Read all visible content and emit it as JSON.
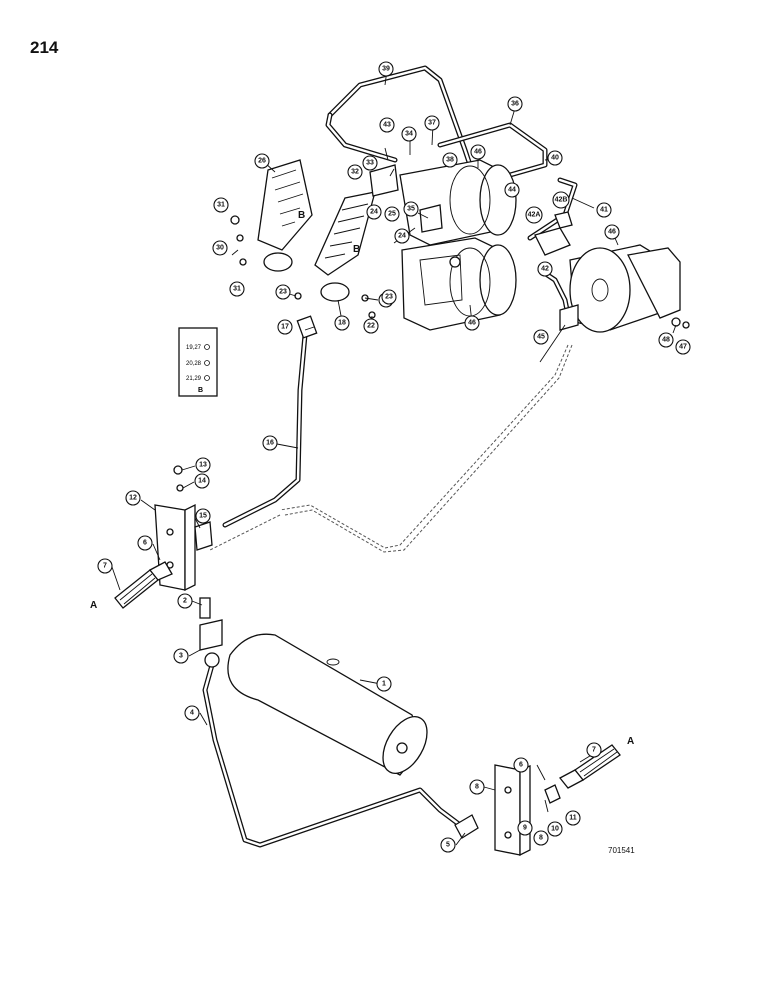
{
  "page": {
    "number": "214",
    "drawing_number": "701541"
  },
  "legend": {
    "rows": [
      "19,27",
      "20,28",
      "21,29"
    ],
    "key": "B"
  },
  "letters": {
    "a": "A",
    "b": "B"
  },
  "callouts": [
    {
      "label": "1"
    },
    {
      "label": "2"
    },
    {
      "label": "3"
    },
    {
      "label": "4"
    },
    {
      "label": "5"
    },
    {
      "label": "6"
    },
    {
      "label": "6"
    },
    {
      "label": "7"
    },
    {
      "label": "7"
    },
    {
      "label": "8"
    },
    {
      "label": "8"
    },
    {
      "label": "9"
    },
    {
      "label": "10"
    },
    {
      "label": "11"
    },
    {
      "label": "12"
    },
    {
      "label": "13"
    },
    {
      "label": "14"
    },
    {
      "label": "15"
    },
    {
      "label": "16"
    },
    {
      "label": "17"
    },
    {
      "label": "18"
    },
    {
      "label": "22"
    },
    {
      "label": "22"
    },
    {
      "label": "23"
    },
    {
      "label": "23"
    },
    {
      "label": "24"
    },
    {
      "label": "24"
    },
    {
      "label": "25"
    },
    {
      "label": "26"
    },
    {
      "label": "30"
    },
    {
      "label": "31"
    },
    {
      "label": "31"
    },
    {
      "label": "32"
    },
    {
      "label": "33"
    },
    {
      "label": "34"
    },
    {
      "label": "35"
    },
    {
      "label": "36"
    },
    {
      "label": "37"
    },
    {
      "label": "38"
    },
    {
      "label": "39"
    },
    {
      "label": "40"
    },
    {
      "label": "41"
    },
    {
      "label": "42"
    },
    {
      "label": "42A"
    },
    {
      "label": "42B"
    },
    {
      "label": "43"
    },
    {
      "label": "44"
    },
    {
      "label": "45"
    },
    {
      "label": "46"
    },
    {
      "label": "46"
    },
    {
      "label": "46"
    },
    {
      "label": "47"
    },
    {
      "label": "48"
    }
  ]
}
